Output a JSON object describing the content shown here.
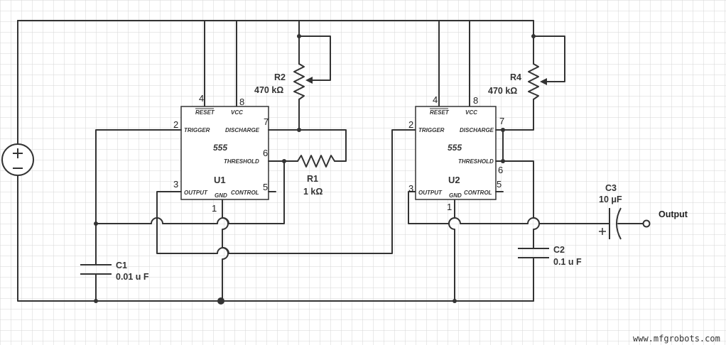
{
  "watermark": "www.mfgrobots.com",
  "output_label": "Output",
  "chips": [
    {
      "ref": "U1",
      "type": "555",
      "pins": {
        "reset": "RESET",
        "vcc": "VCC",
        "trigger": "TRIGGER",
        "discharge": "DISCHARGE",
        "threshold": "THRESHOLD",
        "output": "OUTPUT",
        "gnd": "GND",
        "control": "CONTROL"
      },
      "pin_numbers": {
        "reset": "4",
        "vcc": "8",
        "trigger": "2",
        "discharge": "7",
        "threshold": "6",
        "output": "3",
        "gnd": "1",
        "control": "5"
      }
    },
    {
      "ref": "U2",
      "type": "555",
      "pins": {
        "reset": "RESET",
        "vcc": "VCC",
        "trigger": "TRIGGER",
        "discharge": "DISCHARGE",
        "threshold": "THRESHOLD",
        "output": "OUTPUT",
        "gnd": "GND",
        "control": "CONTROL"
      },
      "pin_numbers": {
        "reset": "4",
        "vcc": "8",
        "trigger": "2",
        "discharge": "7",
        "threshold": "6",
        "output": "3",
        "gnd": "1",
        "control": "5"
      }
    }
  ],
  "components": {
    "R1": {
      "ref": "R1",
      "value": "1 kΩ"
    },
    "R2": {
      "ref": "R2",
      "value": "470 kΩ"
    },
    "R4": {
      "ref": "R4",
      "value": "470 kΩ"
    },
    "C1": {
      "ref": "C1",
      "value": "0.01 u F"
    },
    "C2": {
      "ref": "C2",
      "value": "0.1 u F"
    },
    "C3": {
      "ref": "C3",
      "value": "10 μF"
    }
  }
}
